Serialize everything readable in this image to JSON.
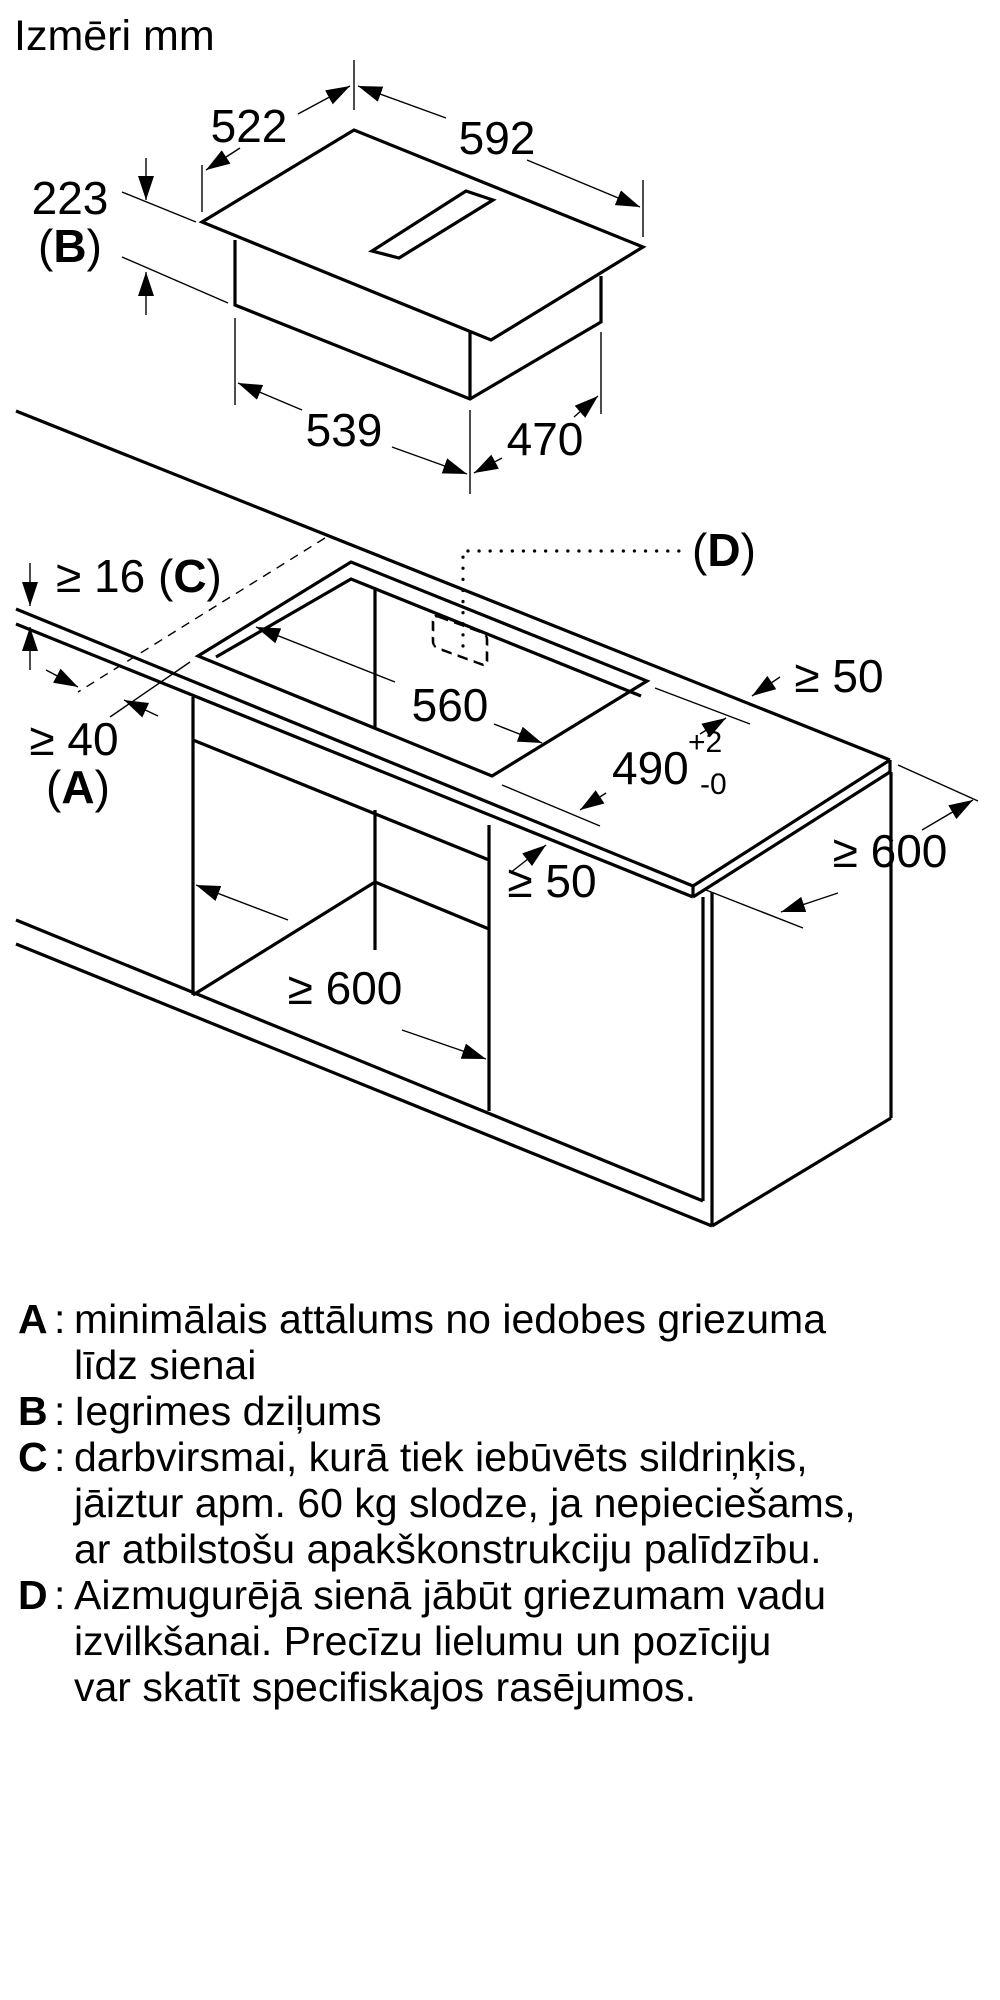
{
  "header": {
    "title": "Izmēri mm"
  },
  "appliance": {
    "width": "592",
    "depth": "522",
    "height": "223",
    "height_ref": "B",
    "body_width": "539",
    "body_depth": "470"
  },
  "cutout": {
    "width": "560",
    "depth": "490",
    "depth_tol_plus": "+2",
    "depth_tol_minus": "-0",
    "worktop_min_thickness": "≥ 16",
    "worktop_ref": "C",
    "min_front_distance": "≥ 40",
    "min_front_ref": "A",
    "min_rear_distance": "≥ 50",
    "min_side_distance": "≥ 50",
    "worktop_depth": "≥ 600",
    "cabinet_width": "≥ 600",
    "cable_cutout_ref": "D"
  },
  "colors": {
    "line": "#000000",
    "background": "#ffffff"
  },
  "legend": [
    {
      "key": "A",
      "text": "minimālais attālums no iedobes griezuma\nlīdz sienai"
    },
    {
      "key": "B",
      "text": "Iegrimes dziļums"
    },
    {
      "key": "C",
      "text": "darbvirsmai, kurā tiek iebūvēts sildriņķis,\njāiztur apm. 60 kg slodze, ja nepieciešams,\nar atbilstošu apakškonstrukciju palīdzību."
    },
    {
      "key": "D",
      "text": "Aizmugurējā sienā jābūt griezumam vadu\nizvilkšanai. Precīzu lielumu un pozīciju\nvar skatīt specifiskajos rasējumos."
    }
  ]
}
